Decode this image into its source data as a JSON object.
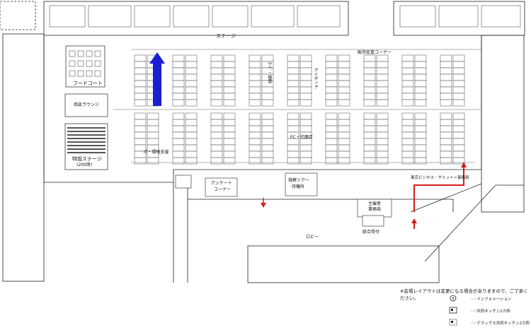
{
  "areas": {
    "food_court": "フードコート",
    "vip_lounge": "商談ラウンジ",
    "special_stage": "特設ステージ",
    "special_stage_seats": "(200席)",
    "stage": "ステージ",
    "survey_corner": "アンケート",
    "survey_corner_2": "コーナー",
    "tour_meeting": "視察ツアー",
    "tour_meeting_2": "待機所",
    "organizer_office": "主催者",
    "organizer_office_2": "事務局",
    "general_reception": "総合受付",
    "lobby": "ロビー",
    "it_zone": "IT・環境支援",
    "fc_zone": "FC・代理店",
    "tokyo_biz": "東京ビジネス・サミット＝事務局",
    "zone_v1": "ｶｰﾄﾞ・帳票",
    "zone_v2": "アイディア",
    "zone_v3": "販売促進コーナー"
  },
  "note": "※会場レイアウトは変更になる場合がありますので、ご了承ください。",
  "legend": [
    {
      "icon": "info-icon",
      "label": "･･･インフォメーション"
    },
    {
      "icon": "shared-kitchen-icon",
      "label": "･･･共同キッチン2カ所"
    },
    {
      "icon": "deluxe-kitchen-icon",
      "label": "･･･デラックス共同キッチン2カ所"
    }
  ],
  "colors": {
    "arrow_blue": "#1d1dd6",
    "arrow_red": "#d41c1c",
    "line": "#222222"
  }
}
